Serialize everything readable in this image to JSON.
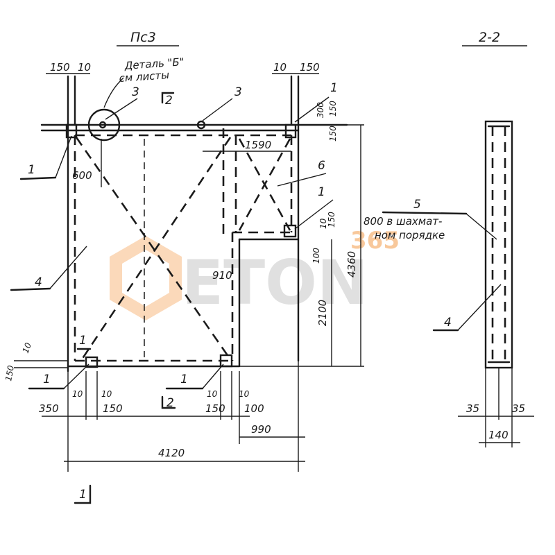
{
  "sheet": {
    "plan_title": "Пс3",
    "section_title": "2-2",
    "detail_callout_line1": "Деталь \"Б\"",
    "detail_callout_line2": "см листы",
    "section_mark": "2",
    "cut_mark": "1"
  },
  "labels": {
    "pos1": "1",
    "pos3": "3",
    "pos4": "4",
    "pos5": "5",
    "pos6": "6",
    "note_line1": "800 в шахмат-",
    "note_line2": "ном порядке"
  },
  "dims": {
    "d150": "150",
    "d10": "10",
    "d300": "300",
    "d1590": "1590",
    "d600": "600",
    "d4360": "4360",
    "d2100": "2100",
    "d100": "100",
    "d910": "910",
    "d350": "350",
    "d990": "990",
    "d4120": "4120",
    "d35": "35",
    "d140": "140"
  },
  "watermark": {
    "brand": "ETON",
    "small": "365",
    "accent_color": "#f39c4a",
    "brand_color": "#c8c8c8"
  }
}
